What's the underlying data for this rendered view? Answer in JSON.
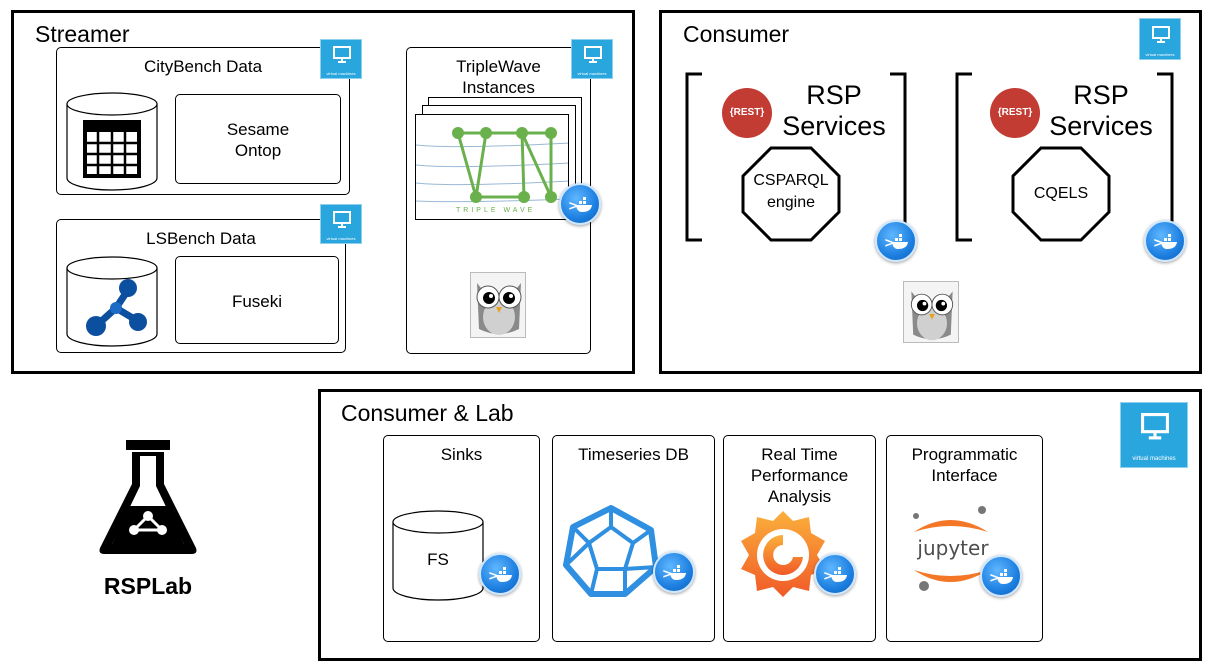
{
  "panels": {
    "streamer": "Streamer",
    "consumer": "Consumer",
    "lab": "Consumer & Lab"
  },
  "streamer": {
    "citybench": {
      "title": "CityBench Data",
      "store_line1": "Sesame",
      "store_line2": "Ontop"
    },
    "lsbench": {
      "title": "LSBench Data",
      "store": "Fuseki"
    },
    "triplewave": {
      "title_line1": "TripleWave",
      "title_line2": "Instances",
      "logo_text": "TRIPLE WAVE"
    }
  },
  "consumer": {
    "services": [
      {
        "rsp_line1": "RSP",
        "rsp_line2": "Services",
        "rest": "{REST}",
        "engine_line1": "CSPARQL",
        "engine_line2": "engine"
      },
      {
        "rsp_line1": "RSP",
        "rsp_line2": "Services",
        "rest": "{REST}",
        "engine_line1": "CQELS"
      }
    ]
  },
  "lab": {
    "cards": [
      {
        "title_line1": "Sinks",
        "inner": "FS"
      },
      {
        "title_line1": "Timeseries DB"
      },
      {
        "title_line1": "Real Time",
        "title_line2": "Performance",
        "title_line3": "Analysis"
      },
      {
        "title_line1": "Programmatic",
        "title_line2": "Interface",
        "logo": "jupyter"
      }
    ]
  },
  "brand": {
    "name": "RSPLab"
  },
  "vm_badge_text": "virtual machines",
  "colors": {
    "docker_blue": "#1d7fe0",
    "vm_blue": "#2aa6de",
    "rest_red": "#c23c34",
    "triplewave_green": "#6ab04c",
    "grafana_orange": "#f26b21",
    "timeseries_blue": "#2f8fe0"
  }
}
